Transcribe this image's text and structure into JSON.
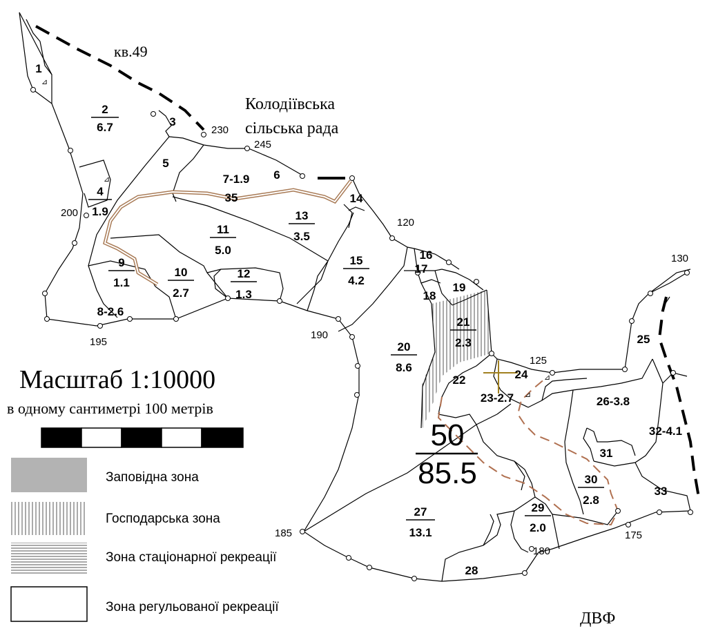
{
  "map": {
    "quarter_label": "кв.49",
    "council_label_line1": "Колодіївська",
    "council_label_line2": "сільська рада",
    "author_mark": "ДВФ"
  },
  "scale": {
    "title": "Масштаб  1:10000",
    "subtitle": "в одному сантиметрі 100 метрів"
  },
  "legend": [
    {
      "label": "Заповідна зона",
      "pattern": "solid-gray",
      "color": "#b3b3b3"
    },
    {
      "label": "Господарська зона",
      "pattern": "vertical-lines"
    },
    {
      "label": "Зона стаціонарної рекреації",
      "pattern": "horizontal-lines"
    },
    {
      "label": "Зона регульованої рекреації",
      "pattern": "empty"
    }
  ],
  "plots": {
    "p1": "1",
    "p2_num": "2",
    "p2_area": "6.7",
    "p3": "3",
    "p4_num": "4",
    "p4_area": "1.9",
    "p5": "5",
    "p6": "6",
    "p7": "7-1.9",
    "p35": "35",
    "p8": "8-2.6",
    "p9_num": "9",
    "p9_area": "1.1",
    "p10_num": "10",
    "p10_area": "2.7",
    "p11_num": "11",
    "p11_area": "5.0",
    "p12_num": "12",
    "p12_area": "1.3",
    "p13_num": "13",
    "p13_area": "3.5",
    "p14": "14",
    "p15_num": "15",
    "p15_area": "4.2",
    "p16": "16",
    "p17": "17",
    "p18": "18",
    "p19": "19",
    "p20_num": "20",
    "p20_area": "8.6",
    "p21_num": "21",
    "p21_area": "2.3",
    "p22": "22",
    "p23": "23-2.7",
    "p24": "24",
    "p25": "25",
    "p26": "26-3.8",
    "p27_num": "27",
    "p27_area": "13.1",
    "p28": "28",
    "p29_num": "29",
    "p29_area": "2.0",
    "p30_num": "30",
    "p30_area": "2.8",
    "p31": "31",
    "p32": "32-4.1",
    "p33": "33",
    "p50_num": "50",
    "p50_area": "85.5"
  },
  "points": {
    "n230": "230",
    "n245": "245",
    "n200": "200",
    "n120": "120",
    "n195": "195",
    "n190": "190",
    "n130": "130",
    "n125": "125",
    "n185": "185",
    "n180": "180",
    "n175": "175"
  },
  "colors": {
    "route_brown": "#a87a55",
    "dashed_zone": "#b07050",
    "marker": "#a08020"
  }
}
